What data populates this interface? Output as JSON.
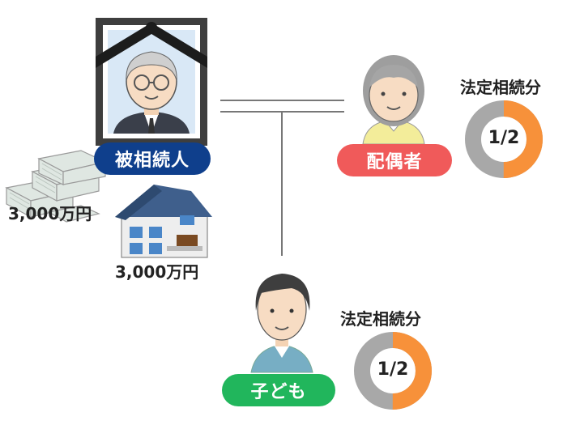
{
  "deceased": {
    "label": "被相続人"
  },
  "spouse": {
    "label": "配偶者",
    "share_title": "法定相続分",
    "share": "1/2",
    "share_value": 0.5
  },
  "child": {
    "label": "子ども",
    "share_title": "法定相続分",
    "share": "1/2",
    "share_value": 0.5
  },
  "assets": {
    "cash_amount": "3,000万円",
    "house_amount": "3,000万円"
  },
  "colors": {
    "deceased_badge": "#0f3f8c",
    "spouse_badge": "#f05a5a",
    "child_badge": "#21b65c",
    "share_fill": "#f7913a",
    "share_rest": "#a8a8a8"
  },
  "icons": [
    "memorial-portrait-icon",
    "money-stack-icon",
    "house-icon",
    "elderly-woman-icon",
    "man-icon"
  ]
}
